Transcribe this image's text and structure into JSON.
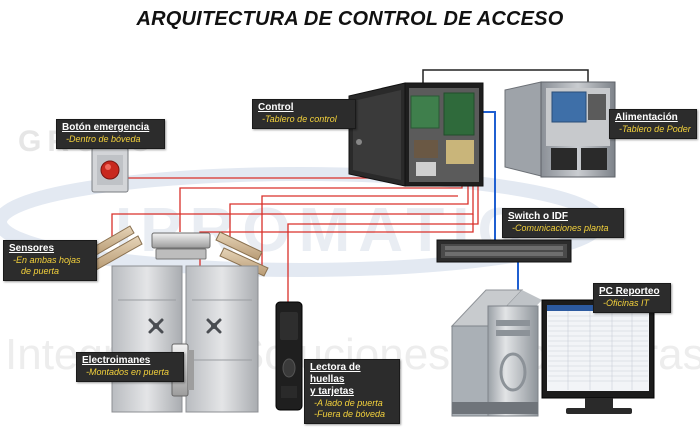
{
  "title": "ARQUITECTURA DE CONTROL DE ACCESO",
  "watermark": {
    "grupo": "GRUPO",
    "brand": "IPROMATIC",
    "line": "Integración Soluciones Innovadoras"
  },
  "labels": {
    "control": {
      "heading": "Control",
      "lines": [
        "-Tablero de control"
      ]
    },
    "alimentacion": {
      "heading": "Alimentación",
      "lines": [
        "-Tablero de Poder"
      ]
    },
    "boton": {
      "heading": "Botón emergencia",
      "lines": [
        "-Dentro de bóveda"
      ]
    },
    "switch": {
      "heading": "Switch o IDF",
      "lines": [
        "-Comunicaciones planta"
      ]
    },
    "sensores": {
      "heading": "Sensores",
      "lines": [
        "-En ambas hojas",
        "de puerta"
      ]
    },
    "pc": {
      "heading": "PC Reporteo",
      "lines": [
        "-Oficinas IT"
      ]
    },
    "electroimanes": {
      "heading": "Electroimanes",
      "lines": [
        "-Montados en puerta"
      ]
    },
    "lectora": {
      "heading": "Lectora de huellas",
      "heading2": "y tarjetas",
      "lines": [
        "-A lado de puerta",
        "-Fuera de bóveda"
      ]
    }
  },
  "colors": {
    "wire_red": "#d9302a",
    "wire_blue": "#1f5fd1",
    "wire_black": "#222222",
    "label_bg": "#2c2c2c",
    "label_sub": "#f4d23c"
  }
}
